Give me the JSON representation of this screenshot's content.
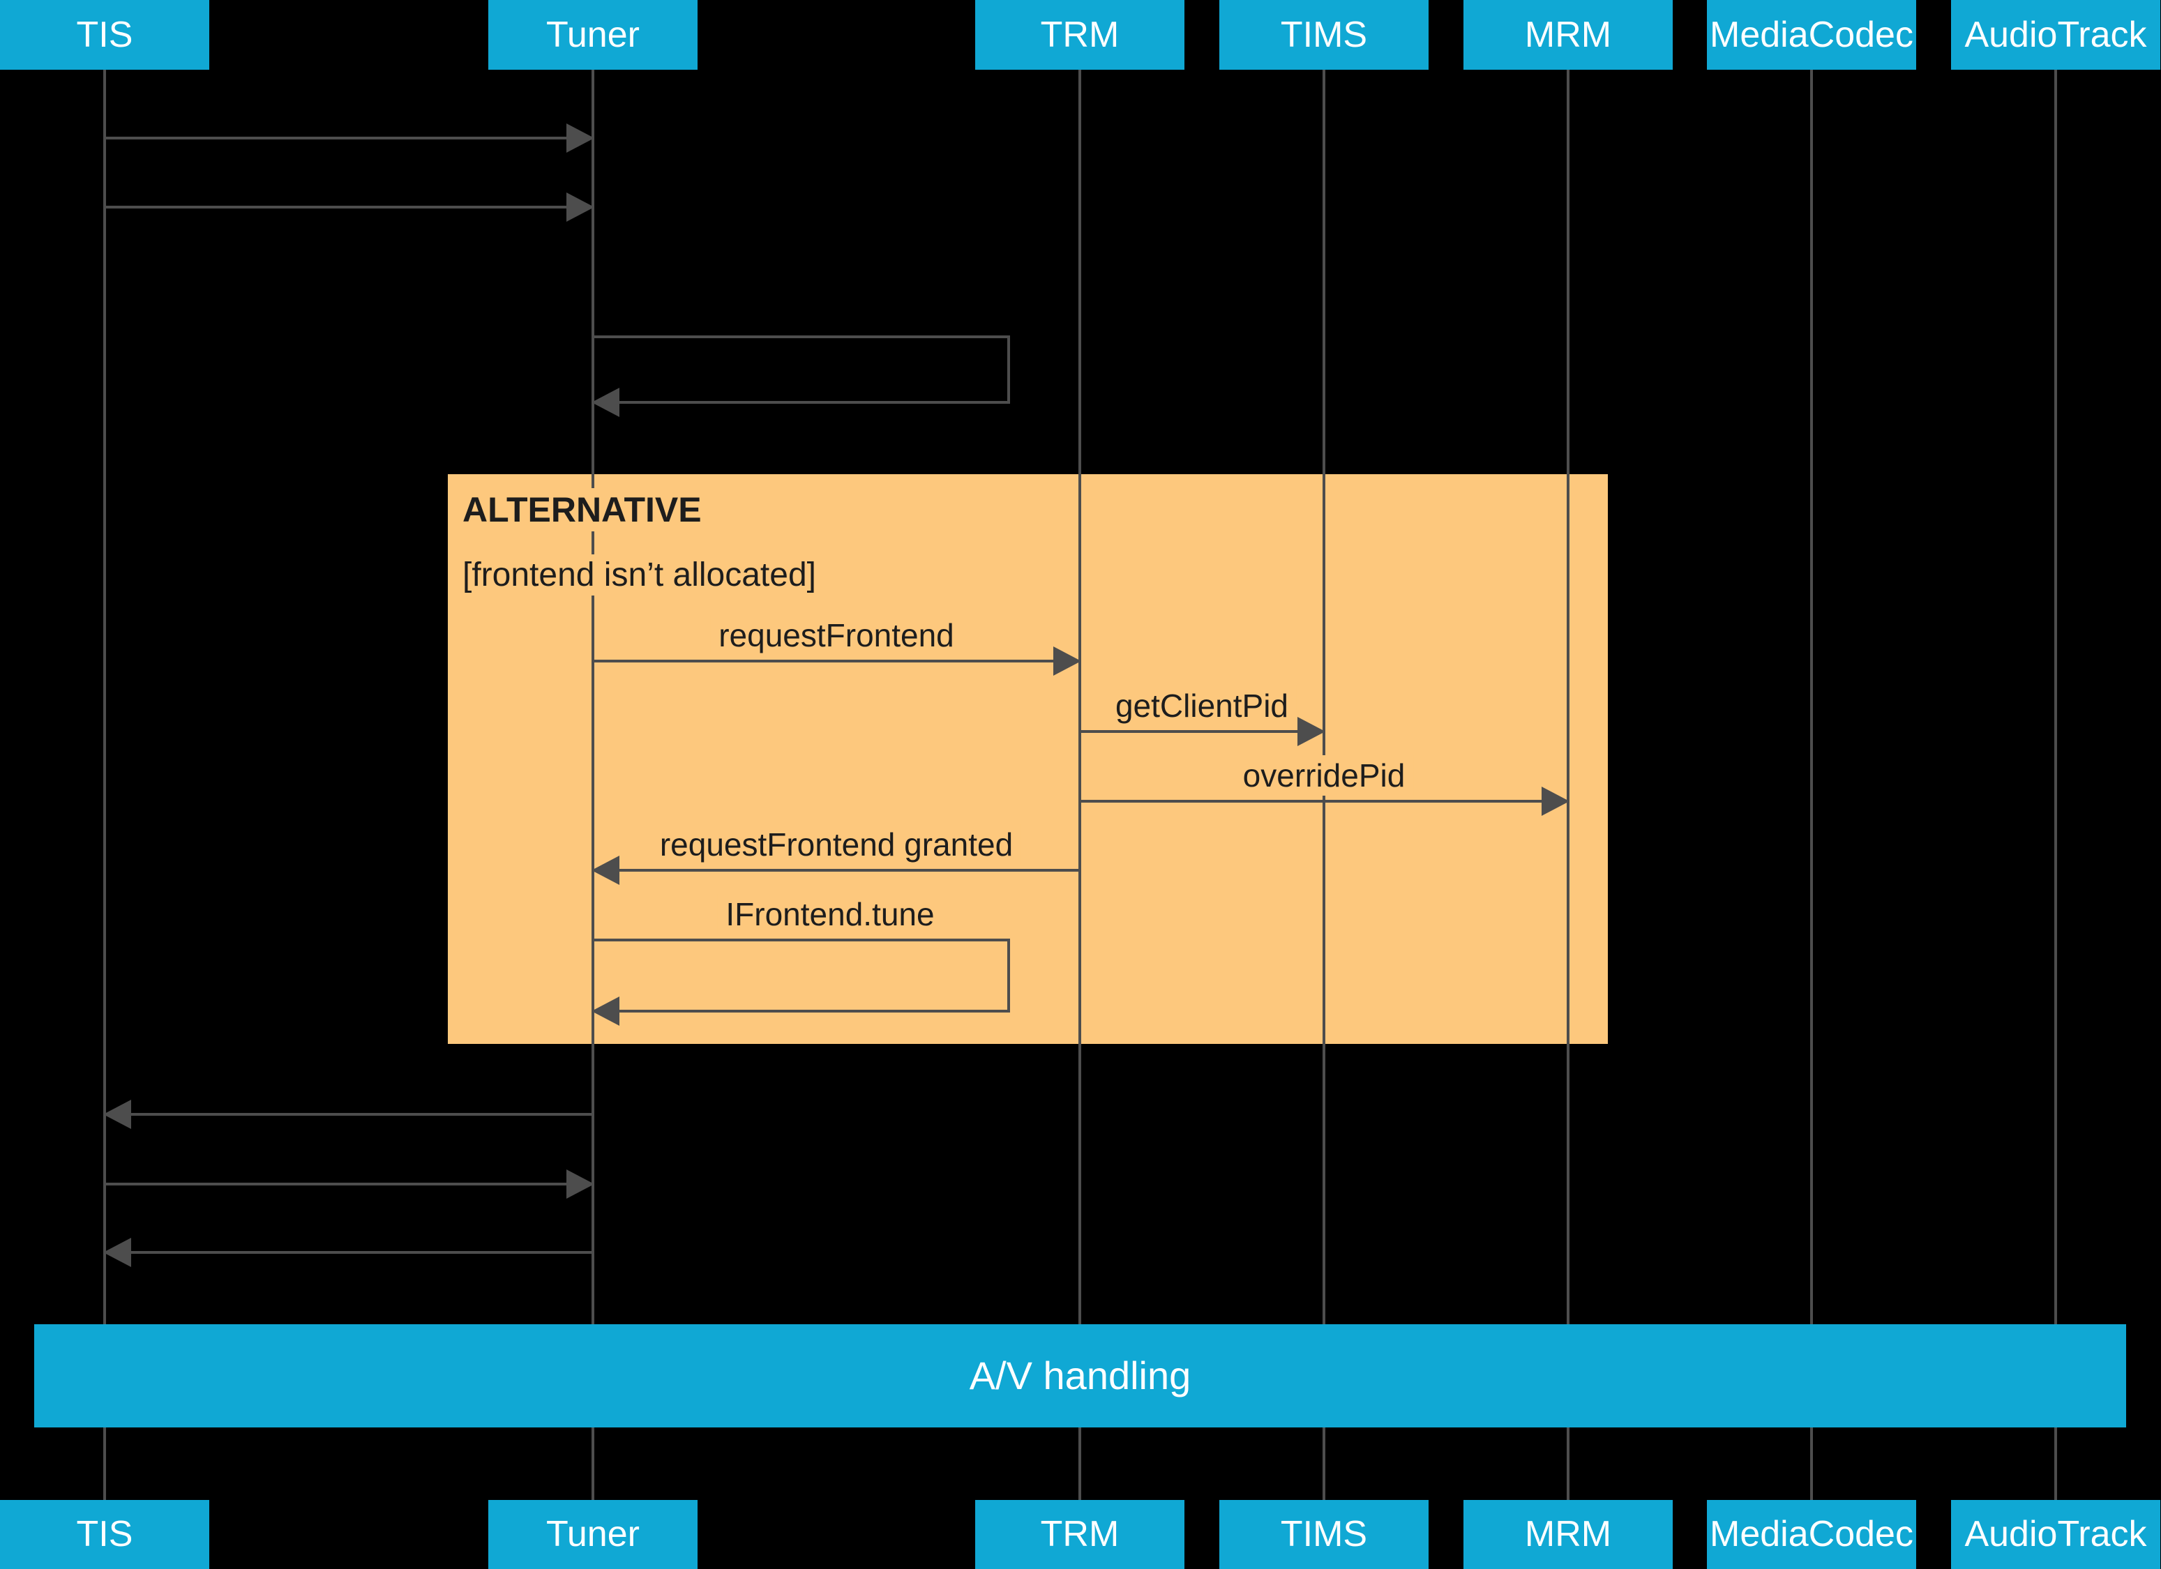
{
  "actors": [
    {
      "name": "TIS"
    },
    {
      "name": "Tuner"
    },
    {
      "name": "TRM"
    },
    {
      "name": "TIMS"
    },
    {
      "name": "MRM"
    },
    {
      "name": "MediaCodec"
    },
    {
      "name": "AudioTrack"
    }
  ],
  "alt_fragment": {
    "label": "ALTERNATIVE",
    "condition": "[frontend isn’t allocated]"
  },
  "messages": {
    "request_frontend": "requestFrontend",
    "get_client_pid": "getClientPid",
    "override_pid": "overridePid",
    "request_frontend_granted": "requestFrontend granted",
    "ifrontend_tune": "IFrontend.tune"
  },
  "av_bar": {
    "label": "A/V handling"
  },
  "colors": {
    "actor_cyan": "#10a8d4",
    "alt_orange": "#fdc87d",
    "line_gray": "#4d4d4d",
    "bg_black": "#000000",
    "label_text": "#1d1d1d"
  }
}
